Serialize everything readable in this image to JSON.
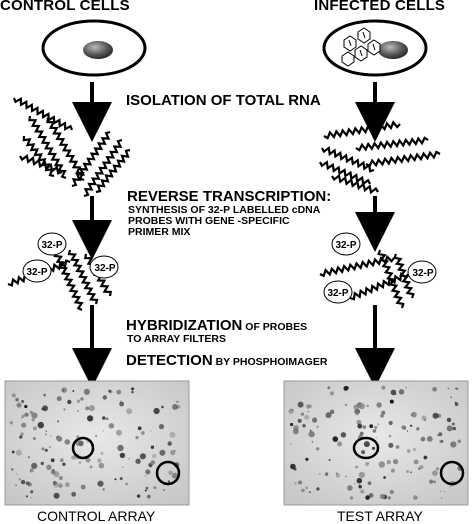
{
  "titles": {
    "control": "CONTROL CELLS",
    "infected": "INFECTED CELLS"
  },
  "steps": {
    "isolation": "ISOLATION OF TOTAL RNA",
    "reverse_transcription": {
      "heading": "REVERSE TRANSCRIPTION:",
      "lines": [
        "SYNTHESIS OF 32-P LABELLED cDNA",
        "PROBES WITH GENE -SPECIFIC",
        "PRIMER MIX"
      ]
    },
    "hybridization": {
      "heading": "HYBRIDIZATION",
      "rest_line1": " OF PROBES",
      "rest_line2": "TO ARRAY FILTERS"
    },
    "detection": {
      "heading": "DETECTION",
      "rest": " BY PHOSPHOIMAGER"
    }
  },
  "probe_label": "32-P",
  "captions": {
    "control_array": "CONTROL ARRAY",
    "test_array": "TEST ARRAY"
  },
  "colors": {
    "ink": "#000000",
    "cell_fill": "#ffffff",
    "nucleus": "#555555",
    "array_bg": "#d8d8d8",
    "highlight_circle": "#000000"
  }
}
